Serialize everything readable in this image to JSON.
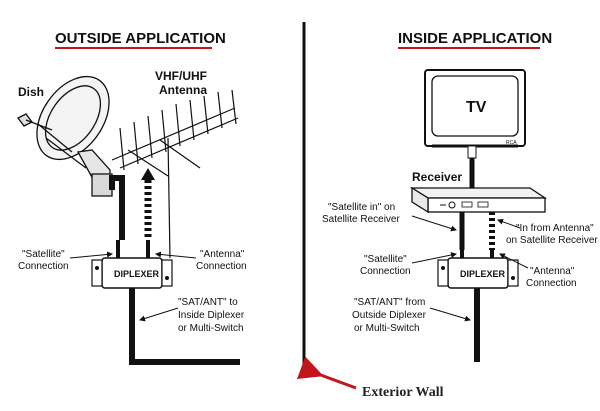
{
  "outside": {
    "heading": "OUTSIDE APPLICATION",
    "dish_label": "Dish",
    "antenna_label_1": "VHF/UHF",
    "antenna_label_2": "Antenna",
    "satellite_conn_1": "\"Satellite\"",
    "satellite_conn_2": "Connection",
    "antenna_conn_1": "\"Antenna\"",
    "antenna_conn_2": "Connection",
    "diplexer_label": "DIPLEXER",
    "satant_1": "\"SAT/ANT\" to",
    "satant_2": "Inside Diplexer",
    "satant_3": "or Multi-Switch"
  },
  "inside": {
    "heading": "INSIDE APPLICATION",
    "tv_label": "TV",
    "receiver_label": "Receiver",
    "sat_in_1": "\"Satellite in\" on",
    "sat_in_2": "Satellite Receiver",
    "in_from_1": "\"In from Antenna\"",
    "in_from_2": "on Satellite Receiver",
    "satellite_conn_1": "\"Satellite\"",
    "satellite_conn_2": "Connection",
    "antenna_conn_1": "\"Antenna\"",
    "antenna_conn_2": "Connection",
    "diplexer_label": "DIPLEXER",
    "satant_1": "\"SAT/ANT\" from",
    "satant_2": "Outside Diplexer",
    "satant_3": "or Multi-Switch",
    "brand": "RCA"
  },
  "wall": {
    "label": "Exterior Wall",
    "arrow_color": "#c0161c"
  },
  "colors": {
    "ink": "#111111",
    "underline": "#c0161c"
  }
}
